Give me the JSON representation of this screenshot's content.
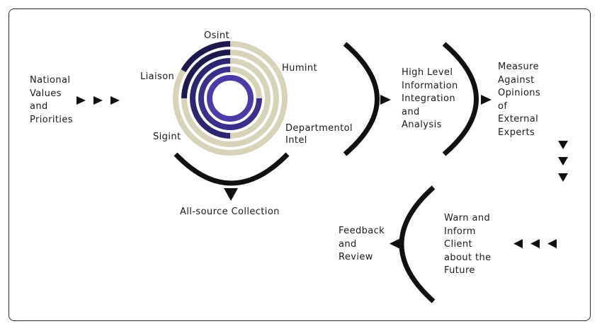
{
  "diagram": {
    "national": "National\nValues\nand\nPriorities",
    "sources": {
      "osint": "Osint",
      "humint": "Humint",
      "liaison": "Liaison",
      "sigint": "Sigint",
      "departmental": "Departmentol\nIntel"
    },
    "collection": "All-source Collection",
    "integration": "High Level\nInformation\nIntegration\nand\nAnalysis",
    "measure": "Measure\nAgainst\nOpinions\nof\nExternal\nExperts",
    "warn": "Warn and\nInform\nClient\nabout the\nFuture",
    "feedback": "Feedback\nand\nReview"
  },
  "colors": {
    "navy_dark": "#1e1a4f",
    "navy": "#2d2672",
    "indigo": "#3a2f8a",
    "violet": "#4c3ca8",
    "beige": "#d8d3b8",
    "ink": "#111111"
  }
}
